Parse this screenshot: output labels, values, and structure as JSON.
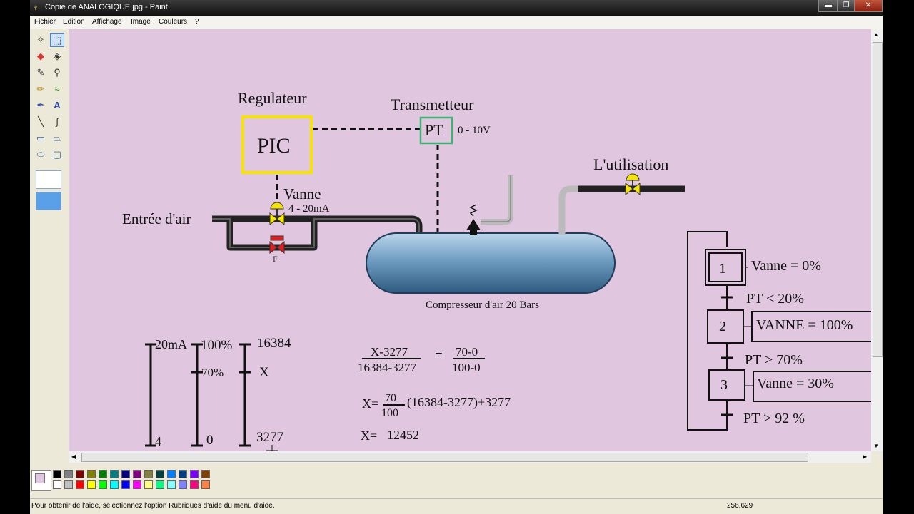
{
  "window": {
    "title": "Copie de ANALOGIQUE.jpg - Paint",
    "min_label": "▬",
    "max_label": "❐",
    "close_label": "✕"
  },
  "menu": [
    "Fichier",
    "Edition",
    "Affichage",
    "Image",
    "Couleurs",
    "?"
  ],
  "tools": [
    {
      "name": "free-select-icon",
      "glyph": "✧"
    },
    {
      "name": "rect-select-icon",
      "glyph": "⬚"
    },
    {
      "name": "eraser-icon",
      "glyph": "◆"
    },
    {
      "name": "fill-bucket-icon",
      "glyph": "◈"
    },
    {
      "name": "color-picker-icon",
      "glyph": "✎"
    },
    {
      "name": "magnifier-icon",
      "glyph": "⚲"
    },
    {
      "name": "pencil-icon",
      "glyph": "✏"
    },
    {
      "name": "brush-icon",
      "glyph": "≈"
    },
    {
      "name": "airbrush-icon",
      "glyph": "✒"
    },
    {
      "name": "text-icon",
      "glyph": "A"
    },
    {
      "name": "line-icon",
      "glyph": "╲"
    },
    {
      "name": "curve-icon",
      "glyph": "∫"
    },
    {
      "name": "rectangle-icon",
      "glyph": "▭"
    },
    {
      "name": "polygon-icon",
      "glyph": "⏢"
    },
    {
      "name": "ellipse-icon",
      "glyph": "⬭"
    },
    {
      "name": "rounded-rect-icon",
      "glyph": "▢"
    }
  ],
  "palette": [
    "#000000",
    "#808080",
    "#800000",
    "#808000",
    "#008000",
    "#008080",
    "#000080",
    "#800080",
    "#808040",
    "#004040",
    "#0080ff",
    "#004080",
    "#8000ff",
    "#804000",
    "#ffffff",
    "#c0c0c0",
    "#ff0000",
    "#ffff00",
    "#00ff00",
    "#00ffff",
    "#0000ff",
    "#ff00ff",
    "#ffff80",
    "#00ff80",
    "#80ffff",
    "#8080ff",
    "#ff0080",
    "#ff8040"
  ],
  "colors": {
    "canvas_bg": "#e0c6df",
    "pic_border": "#f5e400",
    "pt_border": "#3cb371"
  },
  "status": {
    "help_text": "Pour obtenir de l'aide, sélectionnez l'option Rubriques d'aide du menu d'aide.",
    "coords": "256,629"
  },
  "drawing": {
    "regulateur_label": "Regulateur",
    "pic_label": "PIC",
    "transmetteur_label": "Transmetteur",
    "pt_label": "PT",
    "pt_range": "0 - 10V",
    "vanne_label": "Vanne",
    "vanne_signal": "4 - 20mA",
    "entree_label": "Entrée d'air",
    "f_label": "F",
    "utilisation_label": "L'utilisation",
    "compresseur_label": "Compresseur d'air 20 Bars",
    "grafcet": {
      "step1": "1",
      "step1_action": "Vanne = 0%",
      "trans1": "PT < 20%",
      "step2": "2",
      "step2_action": "VANNE = 100%",
      "trans2": "PT > 70%",
      "step3": "3",
      "step3_action": "Vanne = 30%",
      "trans3": "PT > 92 %"
    },
    "scale": {
      "ma_top": "20mA",
      "ma_bottom": "4",
      "pct_top": "100%",
      "pct_mid": "70%",
      "pct_bottom": "0",
      "raw_top": "16384",
      "raw_mid": "X",
      "raw_bottom": "3277"
    },
    "equations": {
      "frac1_num": "X-3277",
      "frac1_den": "16384-3277",
      "eq": "=",
      "frac2_num": "70-0",
      "frac2_den": "100-0",
      "x_eq_prefix": "X=",
      "frac3_num": "70",
      "frac3_den": "100",
      "x_eq_suffix": "(16384-3277)+3277",
      "result_prefix": "X=",
      "result_value": "12452"
    }
  }
}
